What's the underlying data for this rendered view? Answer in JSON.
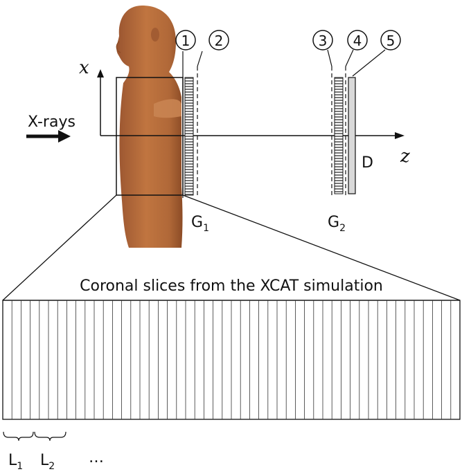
{
  "labels": {
    "xray": "X-rays",
    "axis_x": "x",
    "axis_z": "z",
    "detector": "D",
    "grating1": "G",
    "grating1_sub": "1",
    "grating2": "G",
    "grating2_sub": "2",
    "slices_caption": "Coronal slices from the XCAT simulation",
    "slice1": "L",
    "slice1_sub": "1",
    "slice2": "L",
    "slice2_sub": "2",
    "ellipsis": "…"
  },
  "markers": [
    "1",
    "2",
    "3",
    "4",
    "5"
  ],
  "colors": {
    "phantom": "#b46a3c",
    "phantom_dark": "#8c4c26",
    "phantom_light": "#cf8a5a",
    "line": "#111111",
    "detector_fill": "#d9d9d9",
    "grating_fill": "#8a8a8a"
  },
  "slices": {
    "count": 50
  }
}
